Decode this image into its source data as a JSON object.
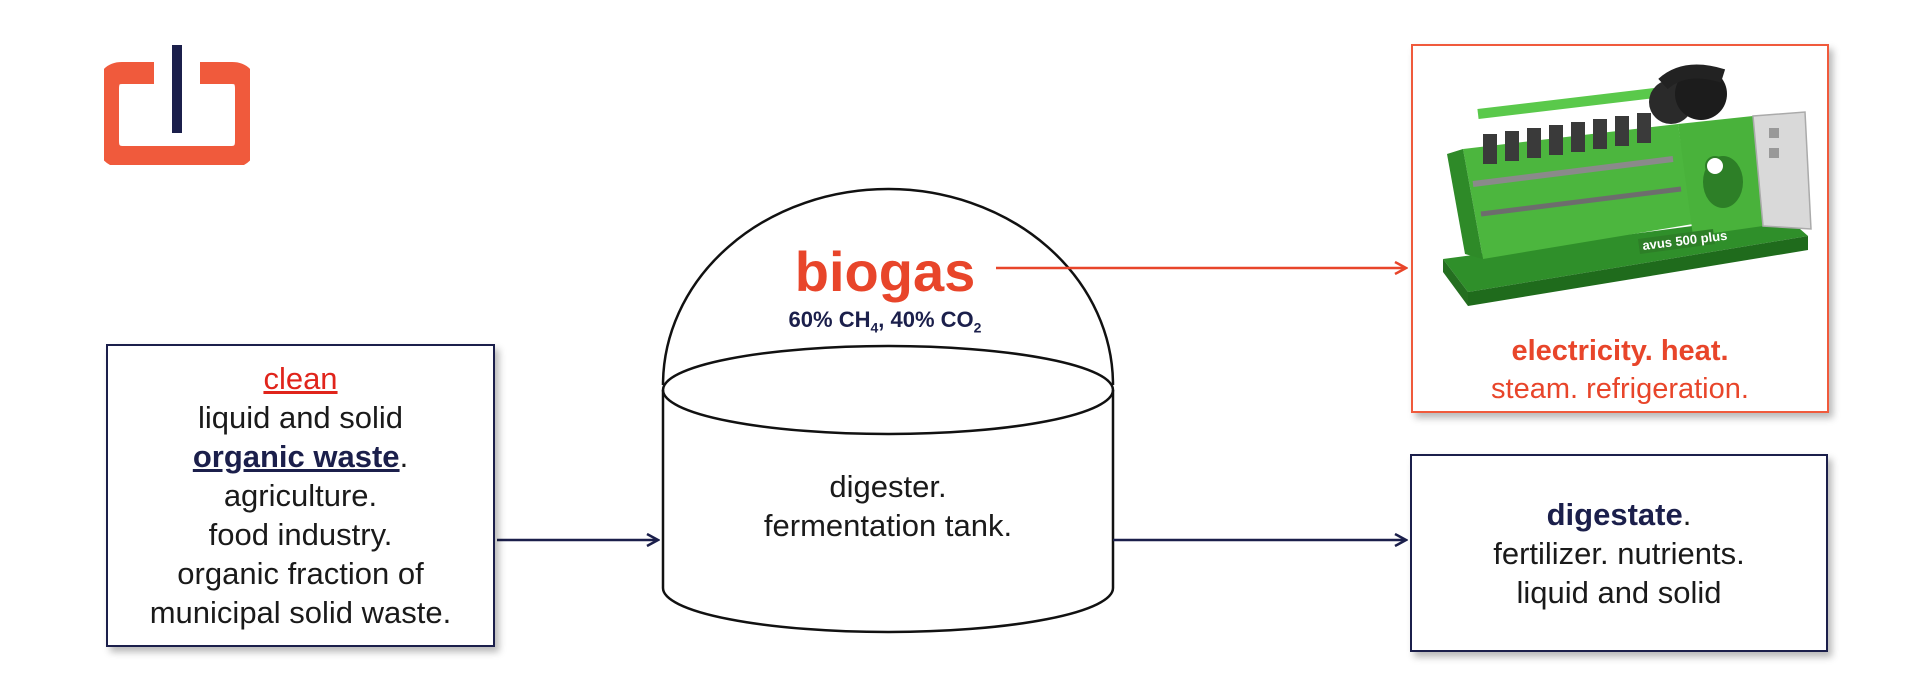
{
  "logo": {
    "icon": "power-plug-logo",
    "colors": {
      "ring": "#f05a3c",
      "stem": "#1b1f4b"
    }
  },
  "input_box": {
    "line_clean": "clean",
    "line_1": "liquid and solid",
    "line_strong": "organic waste",
    "line_strong_suffix": ".",
    "line_2": "agriculture.",
    "line_3": "food industry.",
    "line_4": "organic fraction of",
    "line_5": "municipal solid waste."
  },
  "digester": {
    "gas_title": "biogas",
    "gas_composition_prefix": "60% CH",
    "gas_composition_sub1": "4",
    "gas_composition_mid": ", 40% CO",
    "gas_composition_sub2": "2",
    "tank_line_1": "digester.",
    "tank_line_2": "fermentation tank."
  },
  "engine_box": {
    "image": "gas-engine-generator",
    "engine_badge": "avus 500 plus",
    "line_1": "electricity. heat.",
    "line_2": "steam. refrigeration."
  },
  "output_box": {
    "line_strong": "digestate",
    "line_strong_suffix": ".",
    "line_1": "fertilizer. nutrients.",
    "line_2": "liquid and solid"
  },
  "colors": {
    "accent": "#e8452a",
    "navy": "#1b1f4b",
    "engine_green": "#3fa535"
  }
}
